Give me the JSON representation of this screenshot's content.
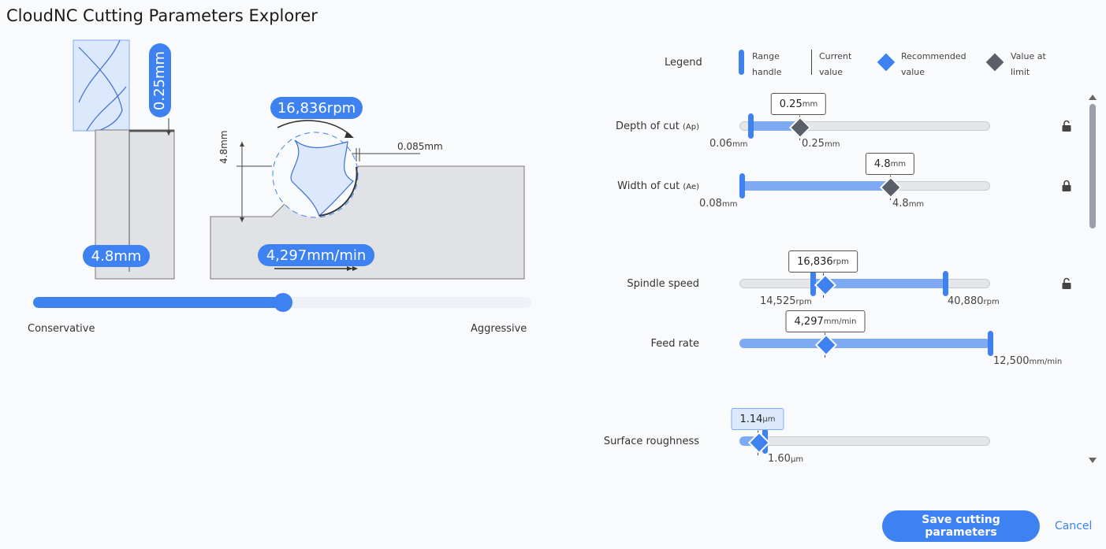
{
  "app": {
    "title": "CloudNC Cutting Parameters Explorer"
  },
  "diagram": {
    "depth_label": "0.25mm",
    "width_label": "4.8mm",
    "rpm_label": "16,836rpm",
    "feed_label": "4,297mm/min",
    "dim_width_vertical": "4.8mm",
    "dim_chip": "0.085mm"
  },
  "aggressiveness": {
    "left_label": "Conservative",
    "right_label": "Aggressive",
    "value_fraction": 0.502
  },
  "legend": {
    "title": "Legend",
    "range_handle": [
      "Range",
      "handle"
    ],
    "current_value": [
      "Current",
      "value"
    ],
    "recommended": [
      "Recommended",
      "value"
    ],
    "at_limit": [
      "Value at",
      "limit"
    ]
  },
  "params": {
    "depth": {
      "label": "Depth of cut",
      "sub": "(Ap)",
      "value": "0.25",
      "unit": "mm",
      "min": "0.06",
      "min_unit": "mm",
      "cur": "0.25",
      "cur_unit": "mm"
    },
    "width": {
      "label": "Width of cut",
      "sub": "(Ae)",
      "value": "4.8",
      "unit": "mm",
      "min": "0.08",
      "min_unit": "mm",
      "cur": "4.8",
      "cur_unit": "mm"
    },
    "spindle": {
      "label": "Spindle speed",
      "value": "16,836",
      "unit": "rpm",
      "min": "14,525",
      "min_unit": "rpm",
      "max": "40,880",
      "max_unit": "rpm"
    },
    "feed": {
      "label": "Feed rate",
      "value": "4,297",
      "unit": "mm/min",
      "max": "12,500",
      "max_unit": "mm/min"
    },
    "rough": {
      "label": "Surface roughness",
      "value": "1.14",
      "unit": "µm",
      "max": "1.60",
      "max_unit": "µm"
    }
  },
  "actions": {
    "save": "Save cutting parameters",
    "cancel": "Cancel"
  },
  "colors": {
    "accent": "#3d82f0",
    "limit": "#5a5f6a",
    "fill": "#7eaaf4"
  }
}
